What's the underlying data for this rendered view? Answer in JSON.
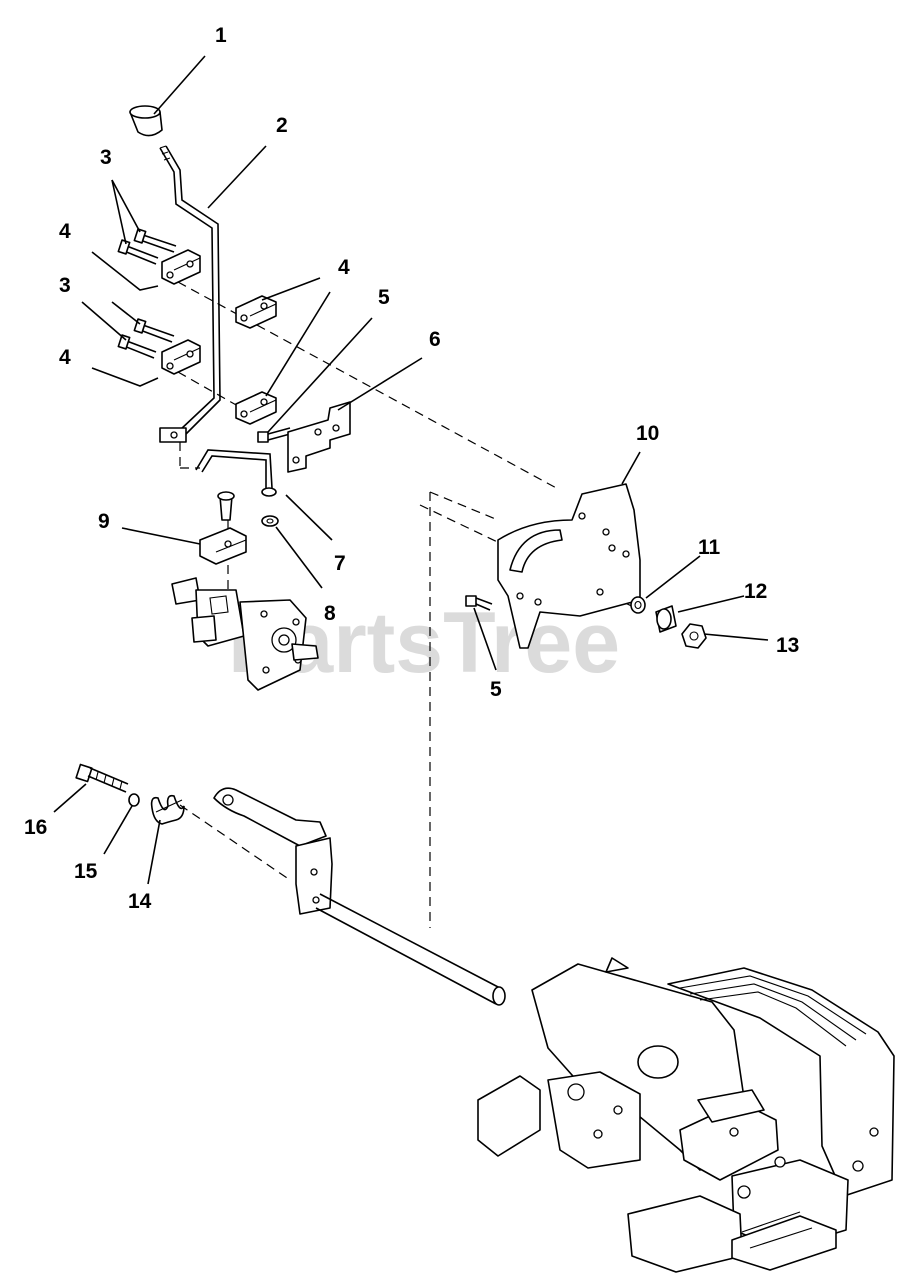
{
  "watermark": "PartsTree",
  "callouts": [
    {
      "id": "c1",
      "label": "1"
    },
    {
      "id": "c2",
      "label": "2"
    },
    {
      "id": "c3a",
      "label": "3"
    },
    {
      "id": "c4a",
      "label": "4"
    },
    {
      "id": "c3b",
      "label": "3"
    },
    {
      "id": "c4b",
      "label": "4"
    },
    {
      "id": "c4c",
      "label": "4"
    },
    {
      "id": "c5a",
      "label": "5"
    },
    {
      "id": "c6",
      "label": "6"
    },
    {
      "id": "c10",
      "label": "10"
    },
    {
      "id": "c9",
      "label": "9"
    },
    {
      "id": "c7",
      "label": "7"
    },
    {
      "id": "c8",
      "label": "8"
    },
    {
      "id": "c11",
      "label": "11"
    },
    {
      "id": "c12",
      "label": "12"
    },
    {
      "id": "c13",
      "label": "13"
    },
    {
      "id": "c5b",
      "label": "5"
    },
    {
      "id": "c16",
      "label": "16"
    },
    {
      "id": "c15",
      "label": "15"
    },
    {
      "id": "c14",
      "label": "14"
    }
  ]
}
